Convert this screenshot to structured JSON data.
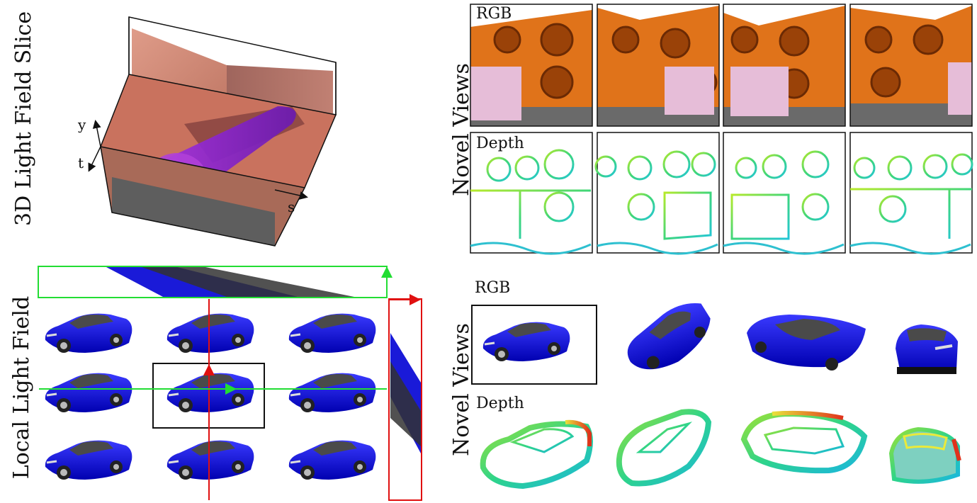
{
  "top_left": {
    "side_label": "3D Light Field Slice",
    "axes": {
      "y": "y",
      "t": "t",
      "s": "s"
    }
  },
  "bottom_left": {
    "side_label": "Local Light Field"
  },
  "top_right": {
    "side_label": "Novel Views",
    "row1_tag": "RGB",
    "row2_tag": "Depth"
  },
  "bottom_right": {
    "side_label": "Novel Views",
    "row1_tag": "RGB",
    "row2_tag": "Depth"
  },
  "colors": {
    "wall_orange": "#e0731a",
    "circle_dark": "#9a4208",
    "cube_pink": "#e6bdd8",
    "floor_gray": "#6a6a6a",
    "car_blue": "#1010e0",
    "arrow_green": "#22dd33",
    "arrow_red": "#e01010",
    "slice_purple": "#8a1ed6"
  }
}
